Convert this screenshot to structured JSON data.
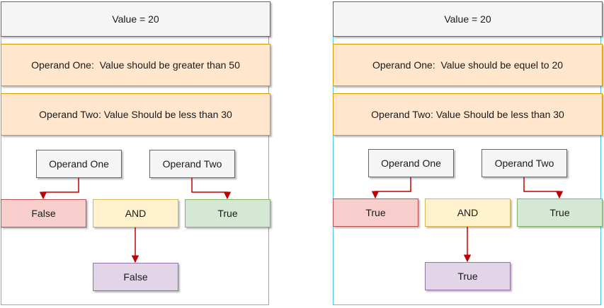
{
  "diagrams": [
    {
      "value_label": "Value = 20",
      "operand_one_rule": "Operand One:  Value should be greater than 50",
      "operand_two_rule": "Operand Two: Value Should be less than 30",
      "operand_one_label": "Operand One",
      "operand_two_label": "Operand Two",
      "operand_one_result": "False",
      "operator": "AND",
      "operand_two_result": "True",
      "final_result": "False"
    },
    {
      "value_label": "Value = 20",
      "operand_one_rule": "Operand One:  Value should be equel to 20",
      "operand_two_rule": "Operand Two: Value Should be less than 30",
      "operand_one_label": "Operand One",
      "operand_two_label": "Operand Two",
      "operand_one_result": "True",
      "operator": "AND",
      "operand_two_result": "True",
      "final_result": "True"
    }
  ],
  "colors": {
    "frame_border": "#4fc3e6",
    "arrow": "#c00000",
    "grey_fill": "#f5f5f5",
    "orange_fill": "#ffe6cc",
    "red_fill": "#f8cecc",
    "yellow_fill": "#fff2cc",
    "green_fill": "#d5e8d4",
    "purple_fill": "#e1d5e7"
  }
}
